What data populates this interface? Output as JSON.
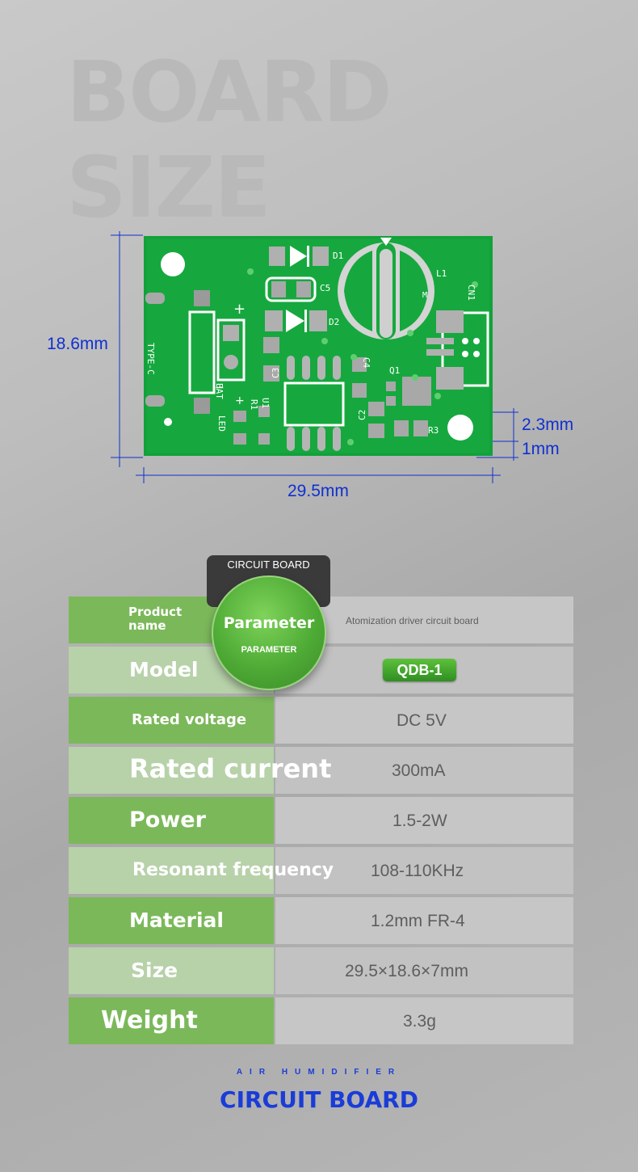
{
  "hero": {
    "line1": "BOARD",
    "line2": "SIZE"
  },
  "dimensions": {
    "height": "18.6mm",
    "width": "29.5mm",
    "hole_offset": "2.3mm",
    "edge_offset": "1mm"
  },
  "pcb": {
    "silk": {
      "type_c": "TYPE-C",
      "bat": "BAT",
      "led": "LED",
      "d1": "D1",
      "d2": "D2",
      "l1": "L1",
      "cn1": "CN1",
      "m": "M",
      "c4": "C4",
      "q1": "Q1",
      "c3": "C3",
      "u1": "U1",
      "r1": "R1",
      "c2": "C2",
      "r3": "R3",
      "c5": "C5",
      "plus": "+",
      "minus": "−"
    }
  },
  "badge": {
    "title": "CIRCUIT BOARD"
  },
  "circle": {
    "title": "Parameter",
    "subtitle": "PARAMETER"
  },
  "table": {
    "rows": [
      {
        "label": "Product\nname",
        "value": "Atomization driver circuit board"
      },
      {
        "label": "Model",
        "value": "QDB-1"
      },
      {
        "label": "Rated voltage",
        "value": "DC 5V"
      },
      {
        "label": "Rated current",
        "value": "300mA"
      },
      {
        "label": "Power",
        "value": "1.5-2W"
      },
      {
        "label": "Resonant frequency",
        "value": "108-110KHz"
      },
      {
        "label": "Material",
        "value": "1.2mm FR-4"
      },
      {
        "label": "Size",
        "value": "29.5×18.6×7mm"
      },
      {
        "label": "Weight",
        "value": "3.3g"
      }
    ]
  },
  "footer": {
    "small": "AIR HUMIDIFIER",
    "big": "CIRCUIT BOARD"
  },
  "colors": {
    "pcb_green": "#12a13a",
    "accent_blue": "#1a3cd8",
    "label_green": "#7bb85a"
  }
}
